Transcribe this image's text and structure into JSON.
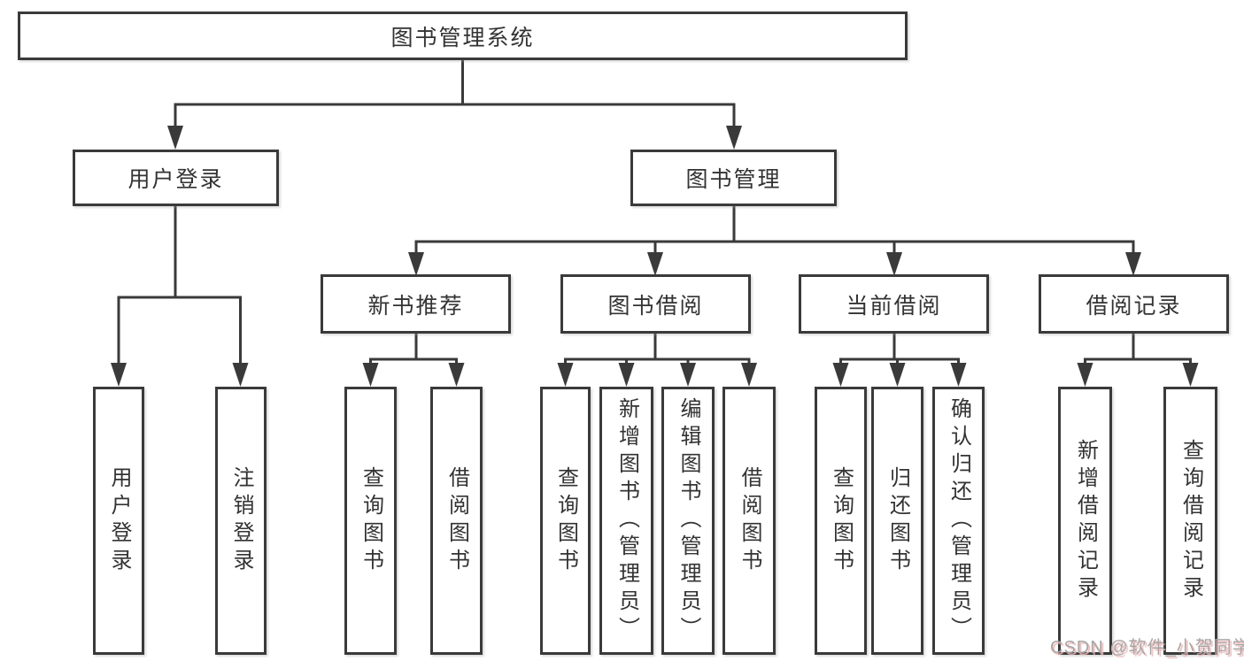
{
  "tree": {
    "label": "图书管理系统",
    "children": [
      {
        "label": "用户登录",
        "children": [
          {
            "label": "用户登录"
          },
          {
            "label": "注销登录"
          }
        ]
      },
      {
        "label": "图书管理",
        "children": [
          {
            "label": "新书推荐",
            "children": [
              {
                "label": "查询图书"
              },
              {
                "label": "借阅图书"
              }
            ]
          },
          {
            "label": "图书借阅",
            "children": [
              {
                "label": "查询图书"
              },
              {
                "label": "新增图书（管理员）"
              },
              {
                "label": "编辑图书（管理员）"
              },
              {
                "label": "借阅图书"
              }
            ]
          },
          {
            "label": "当前借阅",
            "children": [
              {
                "label": "查询图书"
              },
              {
                "label": "归还图书"
              },
              {
                "label": "确认归还（管理员）"
              }
            ]
          },
          {
            "label": "借阅记录",
            "children": [
              {
                "label": "新增借阅记录"
              },
              {
                "label": "查询借阅记录"
              }
            ]
          }
        ]
      }
    ]
  },
  "watermark": "CSDN @软件_小贺同学",
  "colors": {
    "line": "#3a3a3a",
    "border": "#3a3a3a",
    "text": "#333333",
    "background": "#ffffff",
    "watermark_text": "#a6a6a6",
    "watermark_shadow": "#efb6b6"
  }
}
